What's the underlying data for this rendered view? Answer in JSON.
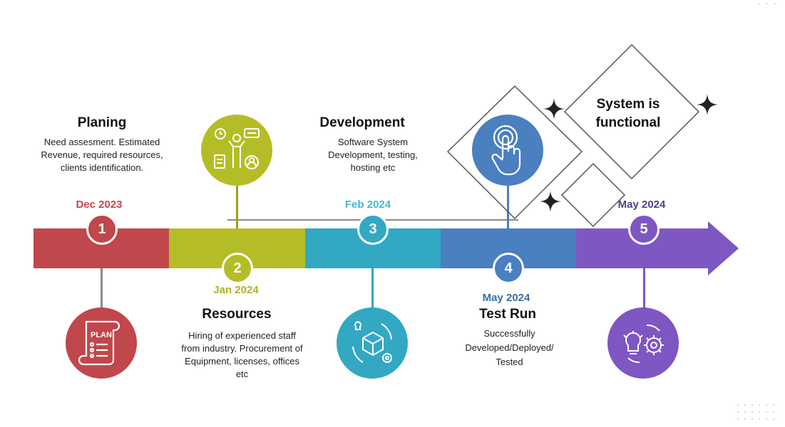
{
  "colors": {
    "step1": "#c0474b",
    "step2": "#b5bd26",
    "step3": "#32a8c3",
    "step4": "#4a7fc0",
    "step5": "#7e57c2",
    "date1": "#c0474b",
    "date2": "#a9b322",
    "date3": "#46b7cf",
    "date4": "#3a6f9a",
    "date5": "#4b3f8f"
  },
  "steps": [
    {
      "number": "1",
      "date": "Dec 2023",
      "title": "Planing",
      "description": "Need assesment. Estimated Revenue, required resources, clients identification.",
      "icon": "plan-document-icon"
    },
    {
      "number": "2",
      "date": "Jan 2024",
      "title": "Resources",
      "description": "Hiring of experienced staff from industry. Procurement of Equipment, licenses, offices etc",
      "icon": "team-resources-icon"
    },
    {
      "number": "3",
      "date": "Feb 2024",
      "title": "Development",
      "description": "Software System Development, testing, hosting etc",
      "icon": "package-gear-icon"
    },
    {
      "number": "4",
      "date": "May 2024",
      "title": "Test Run",
      "description": "Successfully Developed/Deployed/ Tested",
      "icon": "touch-finger-icon"
    },
    {
      "number": "5",
      "date": "May 2024",
      "title": "",
      "description": "",
      "icon": "idea-gear-icon"
    }
  ],
  "callout": {
    "text": "System is functional",
    "icon": "sparkle-icon"
  }
}
